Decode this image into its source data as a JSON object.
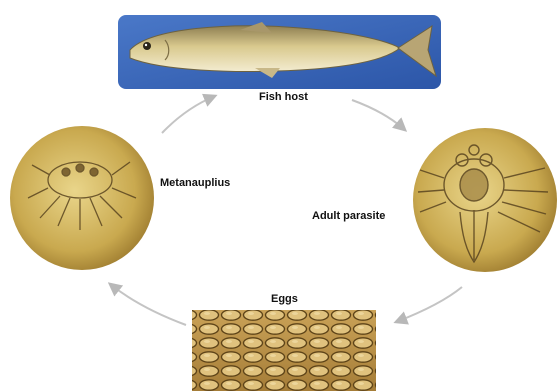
{
  "diagram": {
    "stages": {
      "fish_host": "Fish host",
      "adult_parasite": "Adult parasite",
      "eggs": "Eggs",
      "metanauplius": "Metanauplius"
    }
  }
}
